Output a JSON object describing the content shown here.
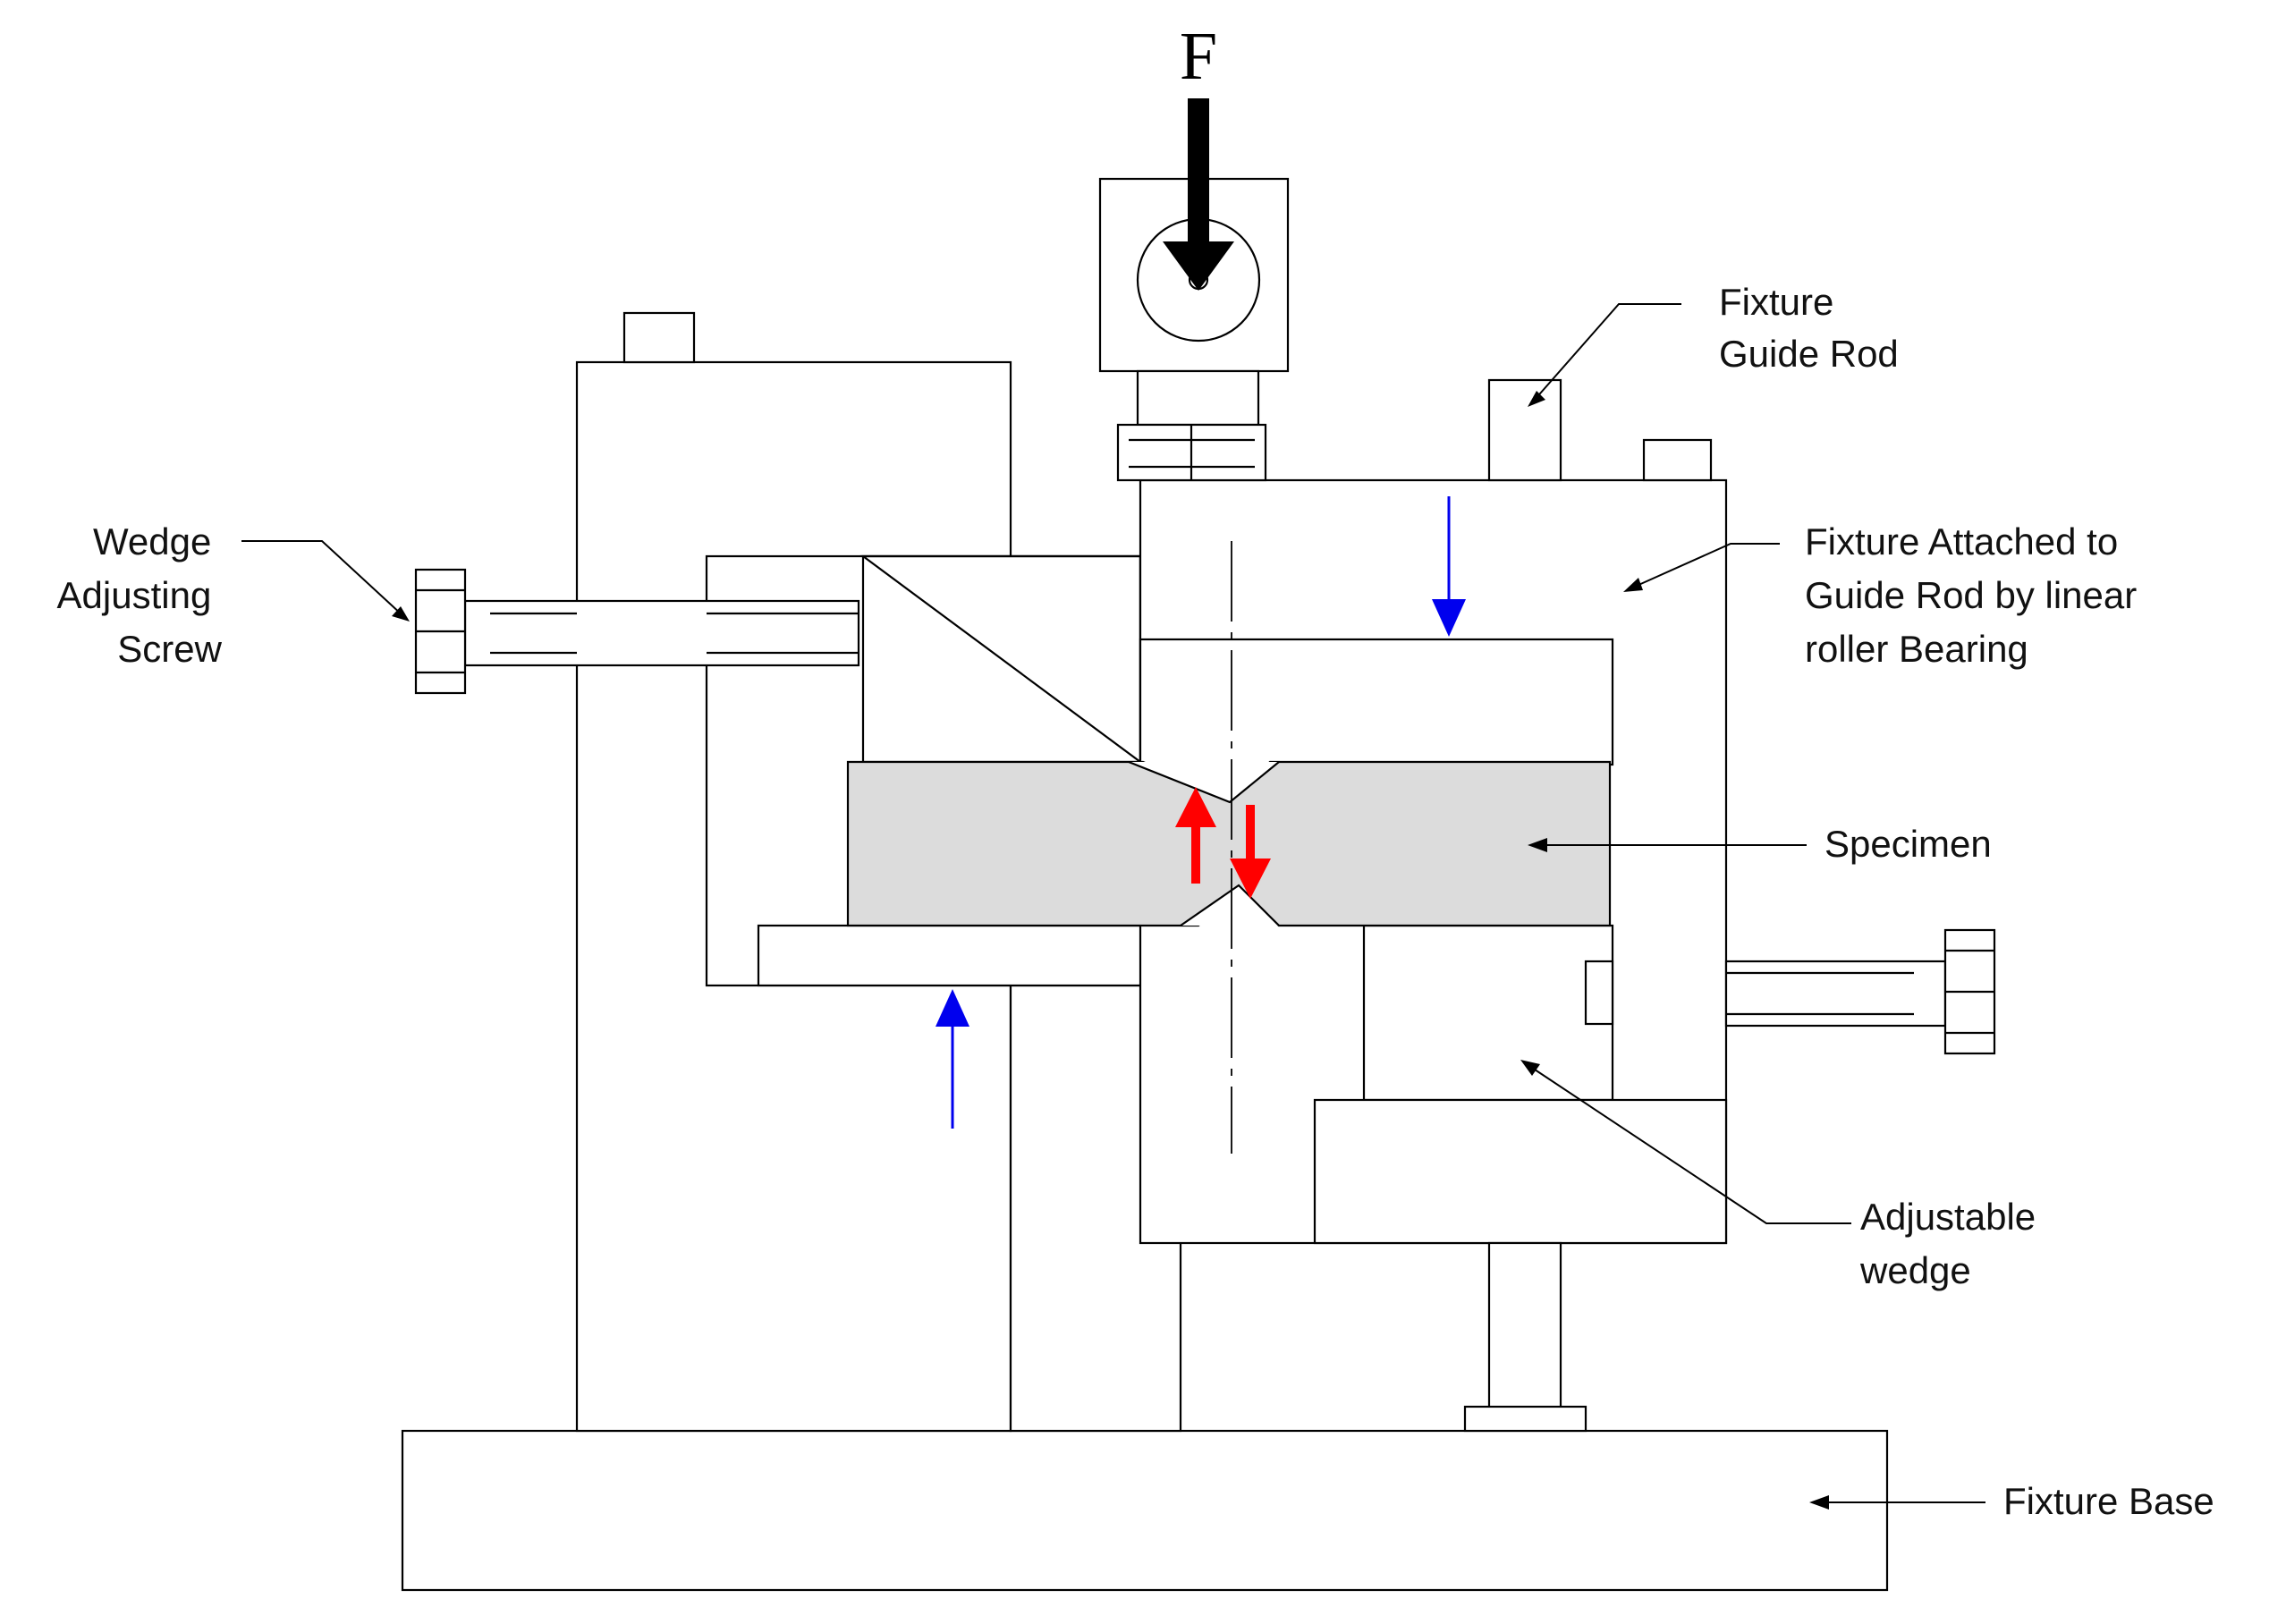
{
  "force": {
    "label": "F"
  },
  "labels": {
    "fixture_guide_rod": [
      "Fixture",
      "Guide Rod"
    ],
    "wedge_adjusting_screw": [
      "Wedge",
      "Adjusting",
      "Screw"
    ],
    "fixture_attached": [
      "Fixture Attached to",
      "Guide Rod by linear",
      "roller Bearing"
    ],
    "specimen": [
      "Specimen"
    ],
    "adjustable_wedge": [
      "Adjustable",
      "wedge"
    ],
    "fixture_base": [
      "Fixture Base"
    ]
  },
  "colors": {
    "line": "#000000",
    "specimen_fill": "#dcdcdc",
    "reaction_arrow": "#0000ee",
    "shear_arrow": "#ff0000",
    "background": "#ffffff"
  }
}
